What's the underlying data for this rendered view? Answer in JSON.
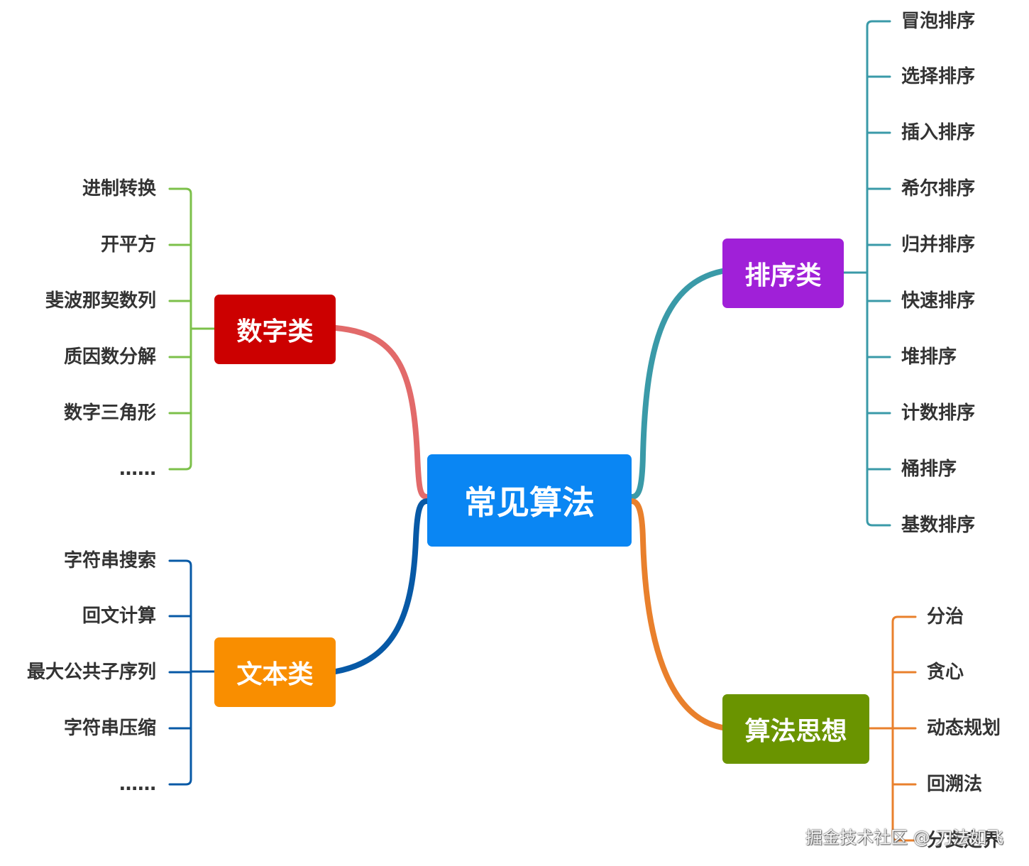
{
  "root": {
    "label": "常见算法",
    "color": "#0A86F3"
  },
  "branches": {
    "number": {
      "label": "数字类",
      "color": "#CC0000",
      "link_color": "#E26A6A",
      "leaf_line_color": "#7CC04A",
      "leaves": [
        "进制转换",
        "开平方",
        "斐波那契数列",
        "质因数分解",
        "数字三角形",
        "……"
      ]
    },
    "text": {
      "label": "文本类",
      "color": "#F98E00",
      "link_color": "#0759A6",
      "leaf_line_color": "#0759A6",
      "leaves": [
        "字符串搜索",
        "回文计算",
        "最大公共子序列",
        "字符串压缩",
        "……"
      ]
    },
    "sort": {
      "label": "排序类",
      "color": "#A020D8",
      "link_color": "#3A9AA8",
      "leaf_line_color": "#3A9AA8",
      "leaves": [
        "冒泡排序",
        "选择排序",
        "插入排序",
        "希尔排序",
        "归并排序",
        "快速排序",
        "堆排序",
        "计数排序",
        "桶排序",
        "基数排序"
      ]
    },
    "idea": {
      "label": "算法思想",
      "color": "#6A9400",
      "link_color": "#E9802C",
      "leaf_line_color": "#E9802C",
      "leaves": [
        "分治",
        "贪心",
        "动态规划",
        "回溯法",
        "分支定界"
      ]
    }
  },
  "watermark": "掘金技术社区 @ 刀法如飞"
}
